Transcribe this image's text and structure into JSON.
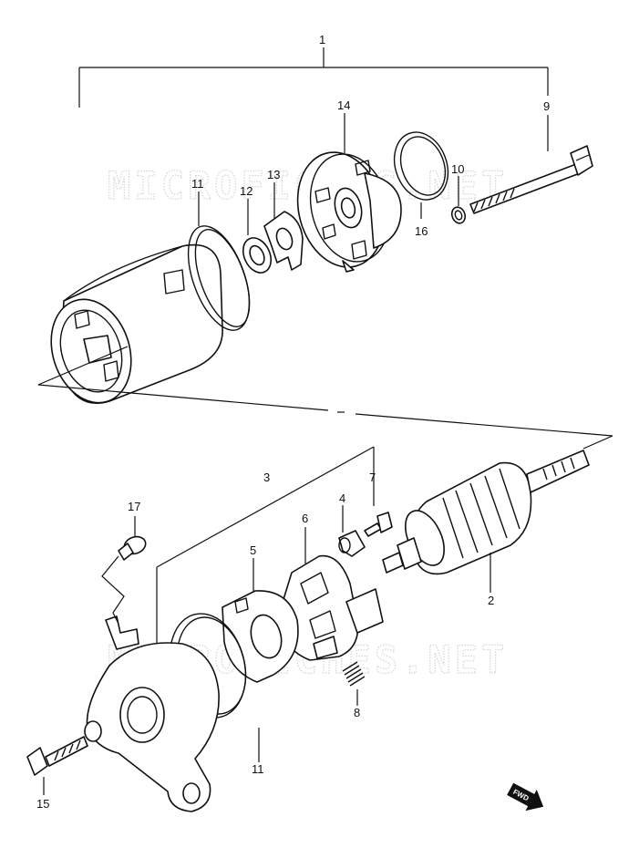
{
  "watermarks": [
    "MICROFICHES.NET",
    "MICROFICHES.NET"
  ],
  "callouts": {
    "c1": "1",
    "c2": "2",
    "c3": "3",
    "c4": "4",
    "c5": "5",
    "c6": "6",
    "c7": "7",
    "c8": "8",
    "c9": "9",
    "c10": "10",
    "c11a": "11",
    "c11b": "11",
    "c12": "12",
    "c13": "13",
    "c14": "14",
    "c15": "15",
    "c16": "16",
    "c17": "17"
  },
  "fwd_label": "FWD"
}
